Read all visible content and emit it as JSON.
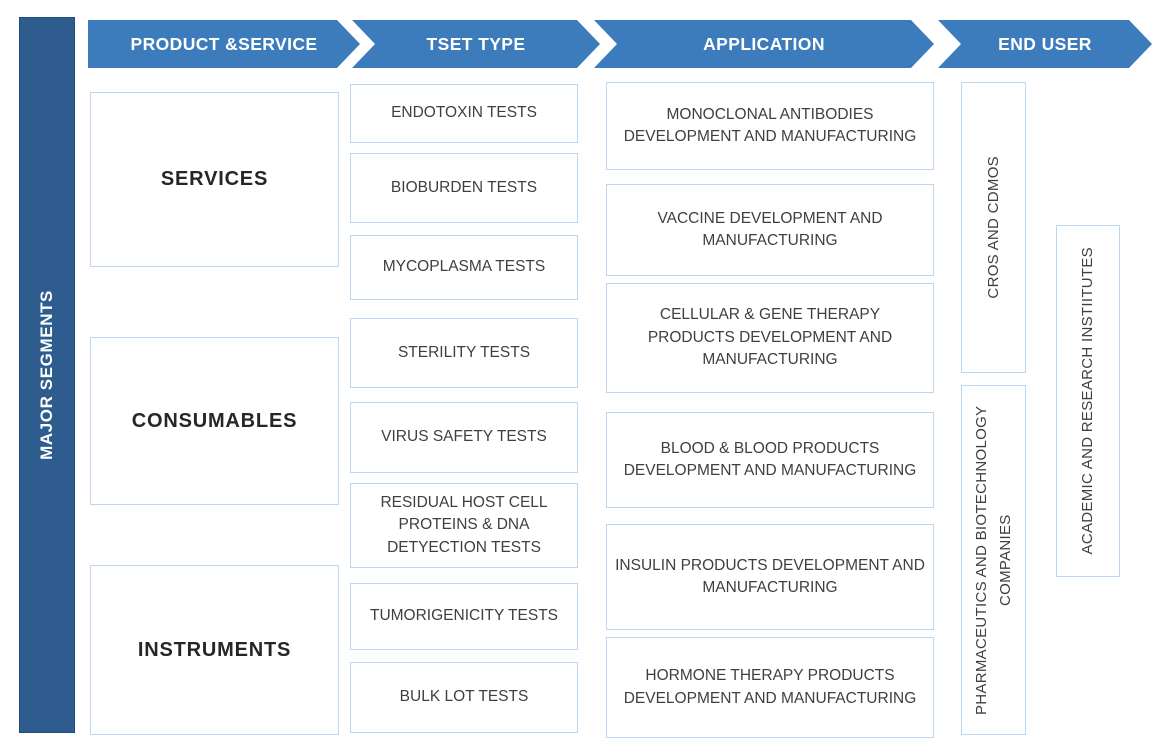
{
  "palette": {
    "arrow_blue": "#3d7cbc",
    "bar_blue": "#2e5c8e",
    "bar_border": "#1f4e79",
    "box_border": "#bdd7ee",
    "text_dark": "#3f3f3f",
    "segment_text": "#262626",
    "header_text": "#ffffff"
  },
  "left_bar": {
    "label": "MAJOR SEGMENTS"
  },
  "headers": [
    {
      "label": "PRODUCT &SERVICE"
    },
    {
      "label": "TSET TYPE"
    },
    {
      "label": "APPLICATION"
    },
    {
      "label": "END USER"
    }
  ],
  "segments": [
    {
      "label": "SERVICES"
    },
    {
      "label": "CONSUMABLES"
    },
    {
      "label": "INSTRUMENTS"
    }
  ],
  "test_types": [
    "ENDOTOXIN TESTS",
    "BIOBURDEN TESTS",
    "MYCOPLASMA TESTS",
    "STERILITY TESTS",
    "VIRUS SAFETY TESTS",
    "RESIDUAL HOST CELL PROTEINS & DNA DETYECTION TESTS",
    "TUMORIGENICITY TESTS",
    "BULK LOT TESTS"
  ],
  "applications": [
    "MONOCLONAL ANTIBODIES DEVELOPMENT AND MANUFACTURING",
    "VACCINE DEVELOPMENT AND MANUFACTURING",
    "CELLULAR & GENE THERAPY PRODUCTS DEVELOPMENT AND MANUFACTURING",
    "BLOOD & BLOOD PRODUCTS DEVELOPMENT AND MANUFACTURING",
    "INSULIN PRODUCTS DEVELOPMENT AND MANUFACTURING",
    "HORMONE THERAPY PRODUCTS DEVELOPMENT AND MANUFACTURING"
  ],
  "end_users": [
    "CROS AND CDMOS",
    "PHARMACEUTICS AND BIOTECHNOLOGY COMPANIES",
    "ACADEMIC AND RESEARCH INSTIITUTES"
  ]
}
